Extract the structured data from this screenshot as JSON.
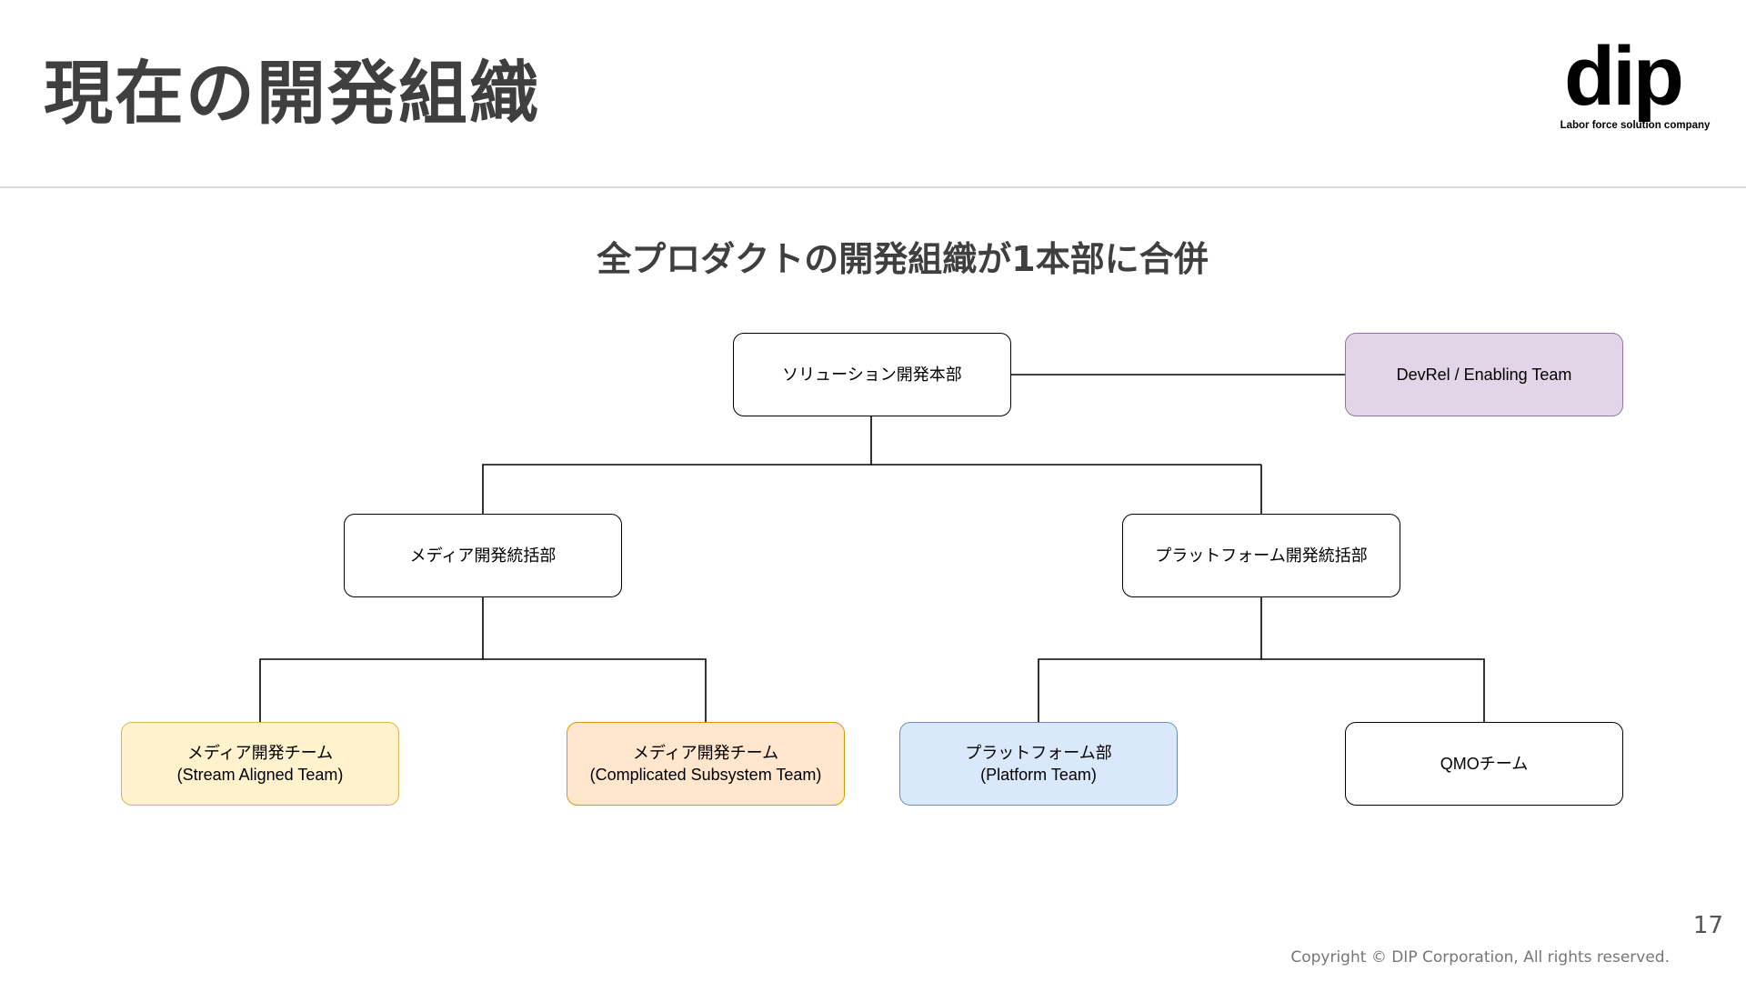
{
  "slide": {
    "title": "現在の開発組織",
    "subtitle": "全プロダクトの開発組織が1本部に合併",
    "page_number": "17",
    "copyright": "Copyright © DIP Corporation, All rights reserved."
  },
  "logo": {
    "wordmark": "dip",
    "tagline": "Labor force solution company"
  },
  "org": {
    "root": "ソリューション開発本部",
    "devrel": "DevRel / Enabling Team",
    "media_division": "メディア開発統括部",
    "platform_division": "プラットフォーム開発統括部",
    "media_stream": {
      "line1": "メディア開発チーム",
      "line2": "(Stream Aligned Team)"
    },
    "media_complicated": {
      "line1": "メディア開発チーム",
      "line2": "(Complicated Subsystem Team)"
    },
    "platform_team": {
      "line1": "プラットフォーム部",
      "line2": "(Platform Team)"
    },
    "qmo": "QMOチーム"
  },
  "colors": {
    "devrel_fill": "#e1d5e7",
    "stream_fill": "#fff2cc",
    "complicated_fill": "#ffe6cc",
    "platform_fill": "#dae8fc"
  }
}
